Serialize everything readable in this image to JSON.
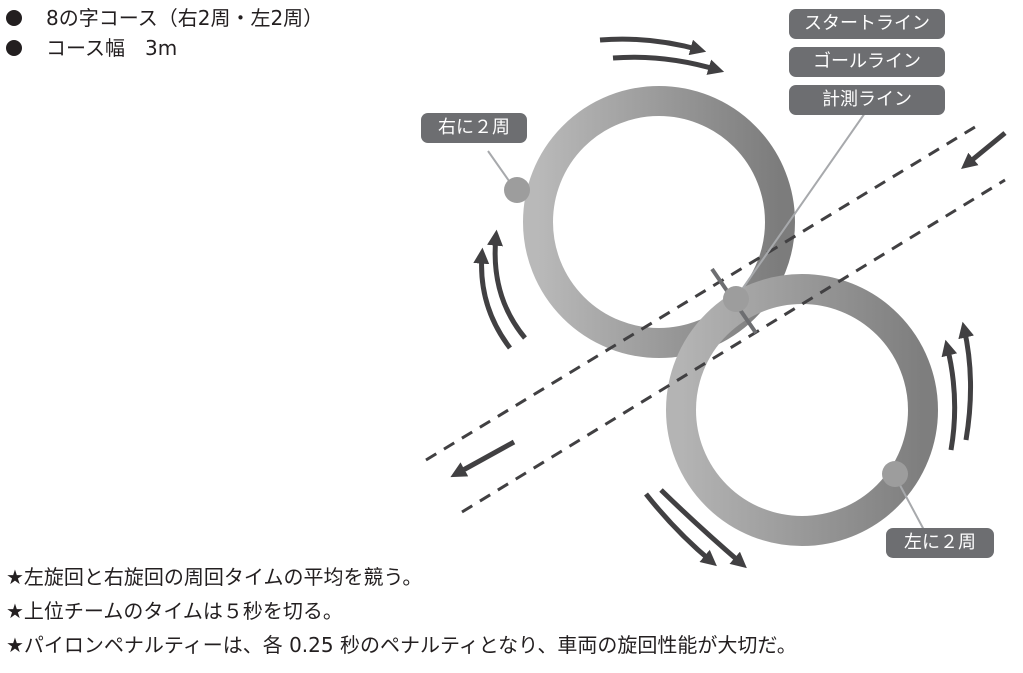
{
  "bullets": [
    {
      "text": "8の字コース（右2周・左2周）"
    },
    {
      "text": "コース幅　3m"
    }
  ],
  "line_labels": {
    "start": "スタートライン",
    "goal": "ゴールライン",
    "measure": "計測ライン"
  },
  "loop_labels": {
    "right": "右に２周",
    "left": "左に２周"
  },
  "notes": [
    "★左旋回と右旋回の周回タイムの平均を競う。",
    "★上位チームのタイムは５秒を切る。",
    "★パイロンペナルティーは、各 0.25 秒のペナルティとなり、車両の旋回性能が大切だ。"
  ],
  "colors": {
    "ring_light": "#b8b8b8",
    "ring_dark": "#7a7a7a",
    "label_bg": "#6d6e71",
    "arrow": "#414042",
    "pylon": "#9d9d9d"
  }
}
